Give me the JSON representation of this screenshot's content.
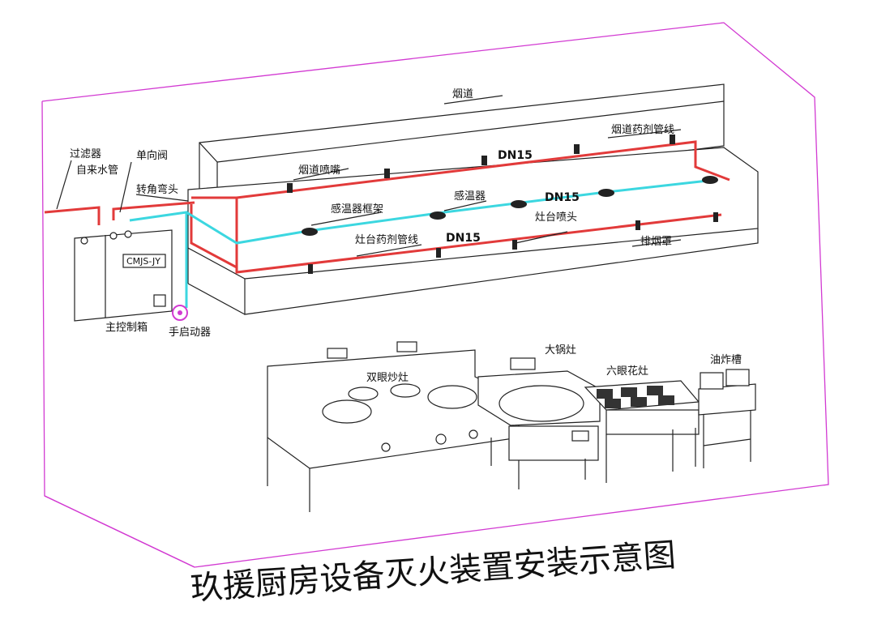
{
  "title": "玖援厨房设备灭火装置安装示意图",
  "labels": {
    "flue": "烟道",
    "flue_pipe": "烟道药剂管线",
    "flue_nozzle": "烟道喷嘴",
    "dn15_top": "DN15",
    "filter": "过滤器",
    "tap_water": "自来水管",
    "check_valve": "单向阀",
    "elbow": "转角弯头",
    "sensor_frame": "感温器框架",
    "sensor": "感温器",
    "dn15_mid": "DN15",
    "stove_pipe": "灶台药剂管线",
    "dn15_low": "DN15",
    "stove_nozzle": "灶台喷头",
    "hood": "排烟罩",
    "control_box": "主控制箱",
    "box_model": "CMJS-JY",
    "manual_starter": "手启动器",
    "double_wok": "双眼炒灶",
    "big_wok": "大锅灶",
    "six_burner": "六眼花灶",
    "fryer": "油炸槽"
  },
  "colors": {
    "agent_pipe": "#e23a3a",
    "sensor_line": "#3cd7e0",
    "room_outline": "#d23ad2",
    "manual_starter": "#d23ad2"
  }
}
